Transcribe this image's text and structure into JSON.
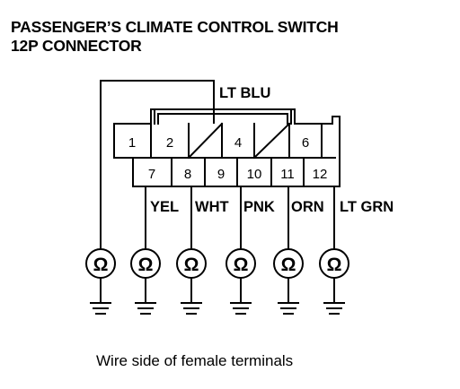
{
  "title": {
    "line1": "PASSENGER’S CLIMATE CONTROL SWITCH",
    "line2": "12P CONNECTOR"
  },
  "connector": {
    "top_row": [
      "1",
      "2",
      "",
      "4",
      "",
      "6"
    ],
    "bottom_row": [
      "7",
      "8",
      "9",
      "10",
      "11",
      "12"
    ]
  },
  "wires": {
    "lt_blu": "LT BLU",
    "yel": "YEL",
    "wht": "WHT",
    "pnk": "PNK",
    "orn": "ORN",
    "lt_grn": "LT GRN"
  },
  "meters": {
    "symbol": "Ω"
  },
  "caption": "Wire side of female terminals"
}
